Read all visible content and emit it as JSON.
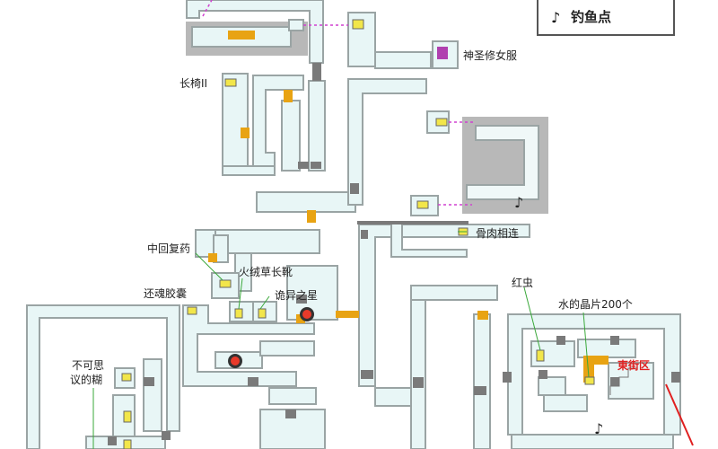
{
  "legend": {
    "icon": "music-note-icon",
    "symbol": "♪",
    "label": "钓鱼点"
  },
  "labels": {
    "nun_clothes": "神圣修女服",
    "long_chair": "长椅II",
    "bone_flesh": "骨肉相连",
    "mid_heal": "中回复药",
    "fire_boots": "火绒草长靴",
    "revive_capsule": "还魂胶囊",
    "weird_star": "诡异之星",
    "red_bug": "红虫",
    "water_crystal": "水的晶片200个",
    "east_street": "東街区",
    "unthinkable_paste_1": "不可思",
    "unthinkable_paste_2": "议的糊"
  },
  "fishing_marks": {
    "symbol": "♪"
  },
  "colors": {
    "room_fill": "#e8f6f6",
    "room_stroke": "#9aa4a4",
    "door": "#e8a313",
    "passage": "#7a7a7a",
    "dark_area": "#b8b8b8",
    "item_box": "#f2e64a",
    "purple_item": "#b040b0",
    "red_marker": "#e83a2a",
    "link_dash": "#d040d0",
    "label_line": "#3aa83a"
  }
}
